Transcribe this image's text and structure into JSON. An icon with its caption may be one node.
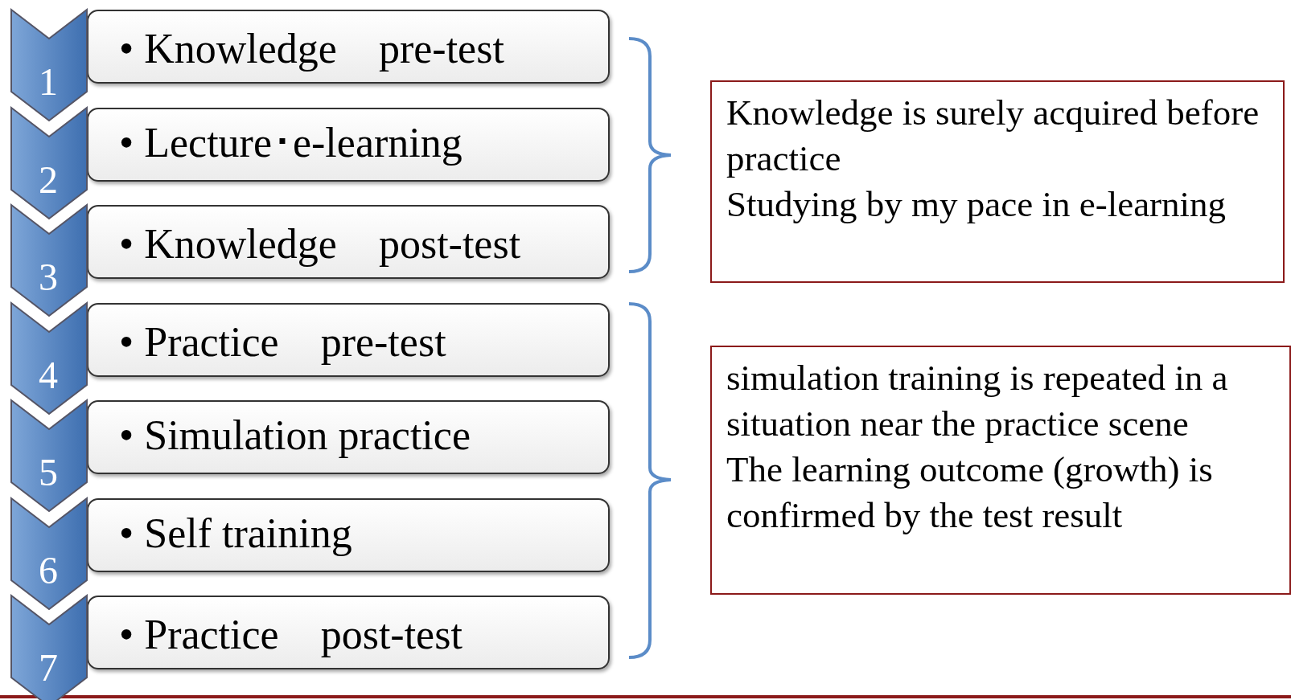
{
  "diagram": {
    "nodes": [
      {
        "text": [
          "1"
        ]
      },
      {
        "text": [
          "• Knowledge　pre-test"
        ]
      },
      {
        "text": [
          "2"
        ]
      },
      {
        "text": [
          "• Lecture･e-learning"
        ]
      },
      {
        "text": [
          "3"
        ]
      },
      {
        "text": [
          "• Knowledge　post-test"
        ]
      },
      {
        "text": [
          "4"
        ]
      },
      {
        "text": [
          "• Practice　pre-test"
        ]
      },
      {
        "text": [
          "5"
        ]
      },
      {
        "text": [
          "• Simulation practice"
        ]
      },
      {
        "text": [
          "6"
        ]
      },
      {
        "text": [
          "• Self training"
        ]
      },
      {
        "text": [
          "7"
        ]
      },
      {
        "text": [
          "• Practice　post-test"
        ]
      },
      {
        "text": [
          "Knowledge is surely acquired before practice",
          "Studying by my pace in e-learning"
        ]
      },
      {
        "text": [
          "simulation training is repeated in a situation near the practice scene",
          "The learning outcome (growth) is confirmed by the test result"
        ]
      }
    ],
    "edges": []
  }
}
